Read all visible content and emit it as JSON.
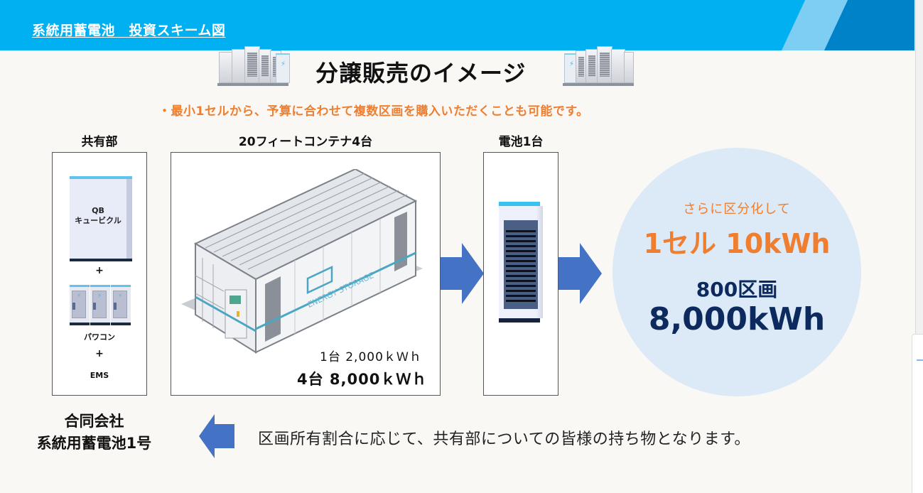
{
  "header": {
    "title": "系統用蓄電池　投資スキーム図",
    "colors": {
      "bar": "#00b0f0",
      "stripe_light": "#7ecdf3",
      "stripe_dark": "#0082c8"
    }
  },
  "section": {
    "title": "分譲販売のイメージ",
    "subtitle": "・最小1セルから、予算に合わせて複数区画を購入いただくことも可能です。",
    "icons": [
      "server-rack-icon",
      "server-rack-icon"
    ]
  },
  "columns": {
    "shared": {
      "label": "共有部",
      "items": [
        {
          "icon": "cubicle-icon",
          "text_line1": "QB",
          "text_line2": "キュービクル"
        },
        {
          "connector": "+"
        },
        {
          "icon": "power-conditioner-icon",
          "text": "パワコン"
        },
        {
          "connector": "+"
        },
        {
          "text": "EMS"
        }
      ]
    },
    "container": {
      "label": "20フィートコンテナ4台",
      "icon": "energy-storage-container-icon",
      "container_text": "ENERGY STORAGE",
      "caption_single": "1台 2,000ｋＷｈ",
      "caption_total": "4台 8,000ｋＷｈ"
    },
    "battery": {
      "label": "電池1台",
      "icon": "battery-unit-icon"
    },
    "result": {
      "line1": "さらに区分化して",
      "line2": "1セル 10kWh",
      "line3": "800区画",
      "line4": "8,000kWh",
      "colors": {
        "accent": "#f07e2f",
        "navy": "#0c2a5e",
        "circle": "#dce9f6"
      }
    }
  },
  "arrows": {
    "color": "#4472c4",
    "items": [
      "arrow-right-icon",
      "arrow-right-icon",
      "arrow-left-icon"
    ]
  },
  "footer": {
    "company_line1": "合同会社",
    "company_line2": "系統用蓄電池1号",
    "note": "区画所有割合に応じて、共有部についての皆様の持ち物となります。"
  }
}
